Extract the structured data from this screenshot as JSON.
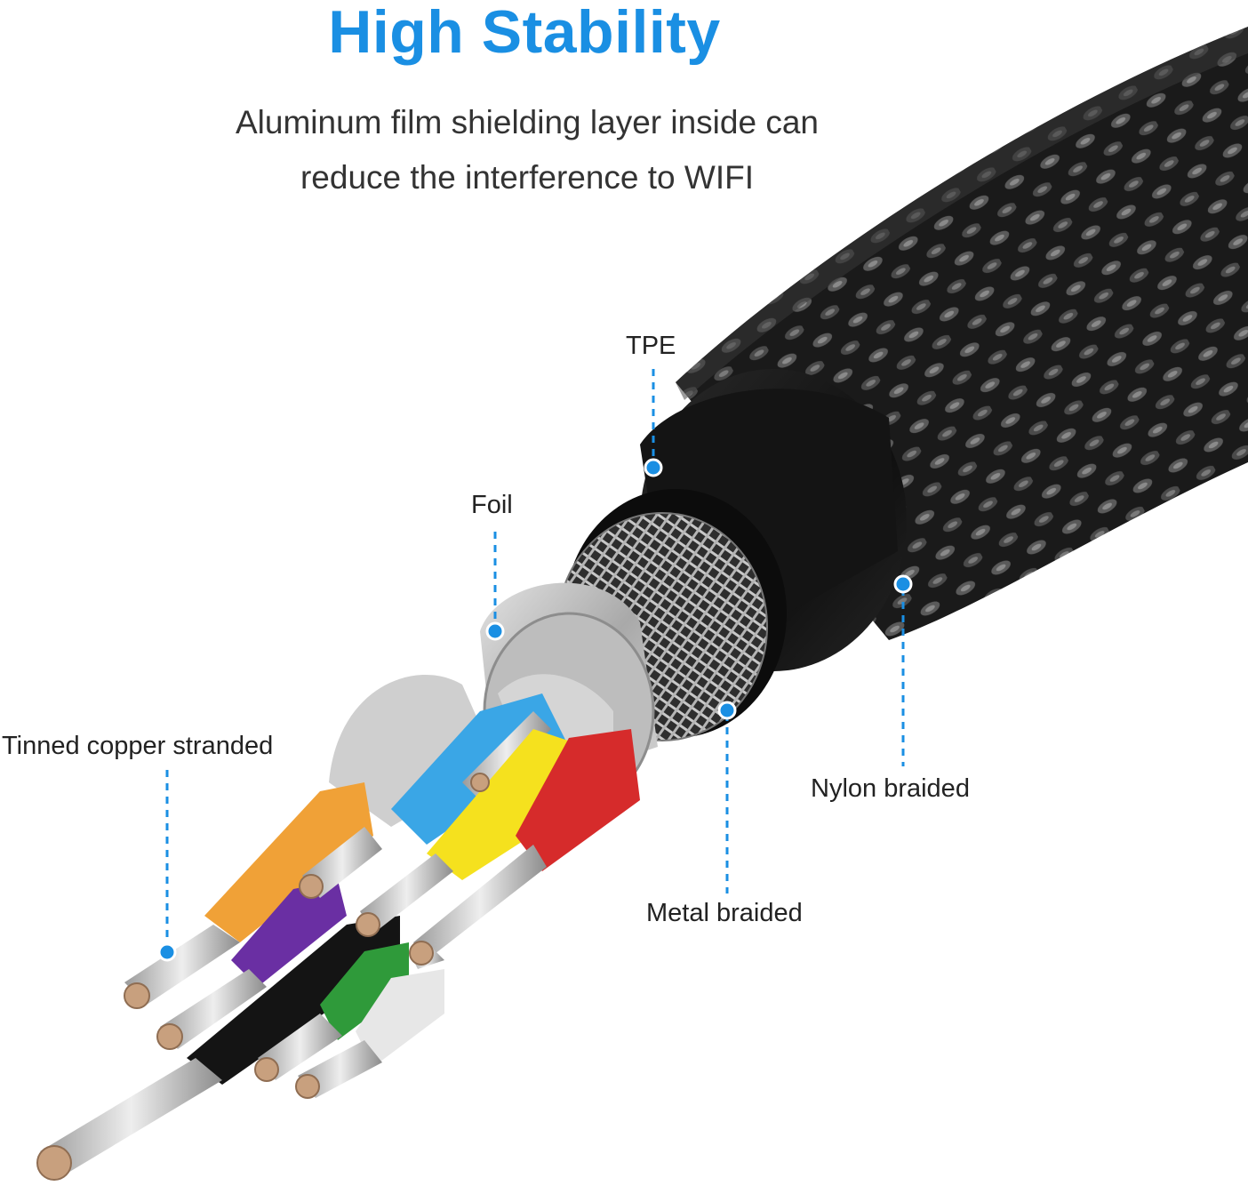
{
  "heading": {
    "title": "High Stability",
    "subtitle_line1": "Aluminum film shielding layer inside can",
    "subtitle_line2": "reduce the interference to WIFI"
  },
  "callouts": {
    "tpe": "TPE",
    "foil": "Foil",
    "tinned_copper": "Tinned copper stranded",
    "nylon": "Nylon braided",
    "metal": "Metal braided"
  },
  "colors": {
    "accent": "#1a8fe3",
    "jacket": "#1b1b1b",
    "tpe_ring": "#111111",
    "foil": "#c9c9c9",
    "copper": "#c8a07e",
    "wire_orange": "#f0a137",
    "wire_blue": "#3aa6e6",
    "wire_yellow": "#f5e11e",
    "wire_red": "#d62b2b",
    "wire_purple": "#6a2fa3",
    "wire_green": "#2f9a3a",
    "wire_white": "#e7e7e7",
    "wire_black": "#141414"
  }
}
